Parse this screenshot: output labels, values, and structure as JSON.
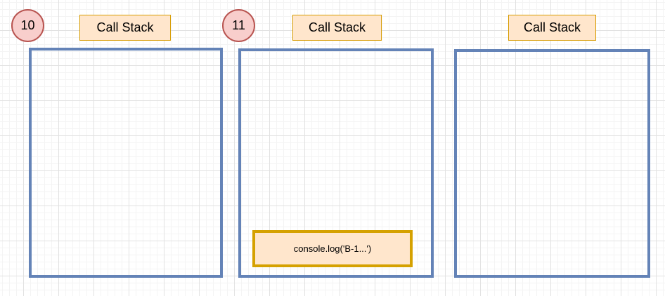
{
  "diagram": {
    "description_colors": {
      "badge_fill": "#f8cecc",
      "badge_stroke": "#b85450",
      "label_fill": "#ffe6cc",
      "label_stroke": "#d79b00",
      "stack_stroke": "#6483b7",
      "active_item_stroke": "#d5a100",
      "grid_minor": "#f4f4f4",
      "grid_major": "#e2e2e2",
      "background": "#ffffff"
    }
  },
  "frames": [
    {
      "badge": "10",
      "title": "Call Stack",
      "stack_items": []
    },
    {
      "badge": "11",
      "title": "Call Stack",
      "stack_items": [
        {
          "label": "console.log('B-1...')"
        }
      ]
    },
    {
      "title": "Call Stack",
      "stack_items": []
    }
  ]
}
